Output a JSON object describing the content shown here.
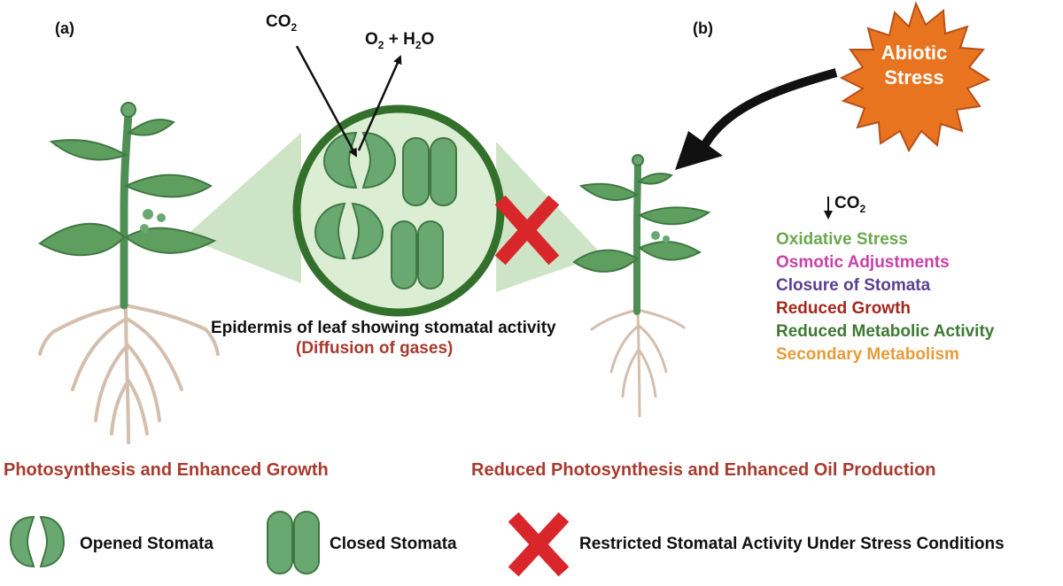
{
  "labels": {
    "panel_a": "(a)",
    "panel_b": "(b)",
    "co2_in": "CO",
    "co2_in_sub": "2",
    "o2": "O",
    "o2_sub": "2",
    "plus_h": " + H",
    "h2_sub": "2",
    "h2o_o": "O",
    "epidermis": "Epidermis of leaf showing stomatal activity",
    "diffusion": "(Diffusion of gases)",
    "stress_line1": "Abiotic",
    "stress_line2": "Stress",
    "co2_down": "CO",
    "co2_down_sub": "2",
    "left_result": "Photosynthesis and Enhanced Growth",
    "right_result": "Reduced Photosynthesis and Enhanced Oil Production"
  },
  "effects": [
    {
      "label": "Oxidative Stress",
      "color": "#6aa84f"
    },
    {
      "label": "Osmotic Adjustments",
      "color": "#c841a8"
    },
    {
      "label": "Closure of Stomata",
      "color": "#5b3f91"
    },
    {
      "label": "Reduced Growth",
      "color": "#a3281f"
    },
    {
      "label": "Reduced Metabolic Activity",
      "color": "#3d7a32"
    },
    {
      "label": "Secondary Metabolism",
      "color": "#e89b3a"
    }
  ],
  "legend": {
    "opened": "Opened Stomata",
    "closed": "Closed Stomata",
    "restricted": "Restricted Stomatal Activity Under Stress Conditions"
  },
  "colors": {
    "leaf": "#5e9e5f",
    "stem": "#4f8f56",
    "root": "#d4bfae",
    "cross": "#d9262b",
    "stress_fill": "#e8741f",
    "circle_fill": "#dbeed3",
    "circle_ring": "#33702c",
    "cone": "#b9d9ae"
  }
}
